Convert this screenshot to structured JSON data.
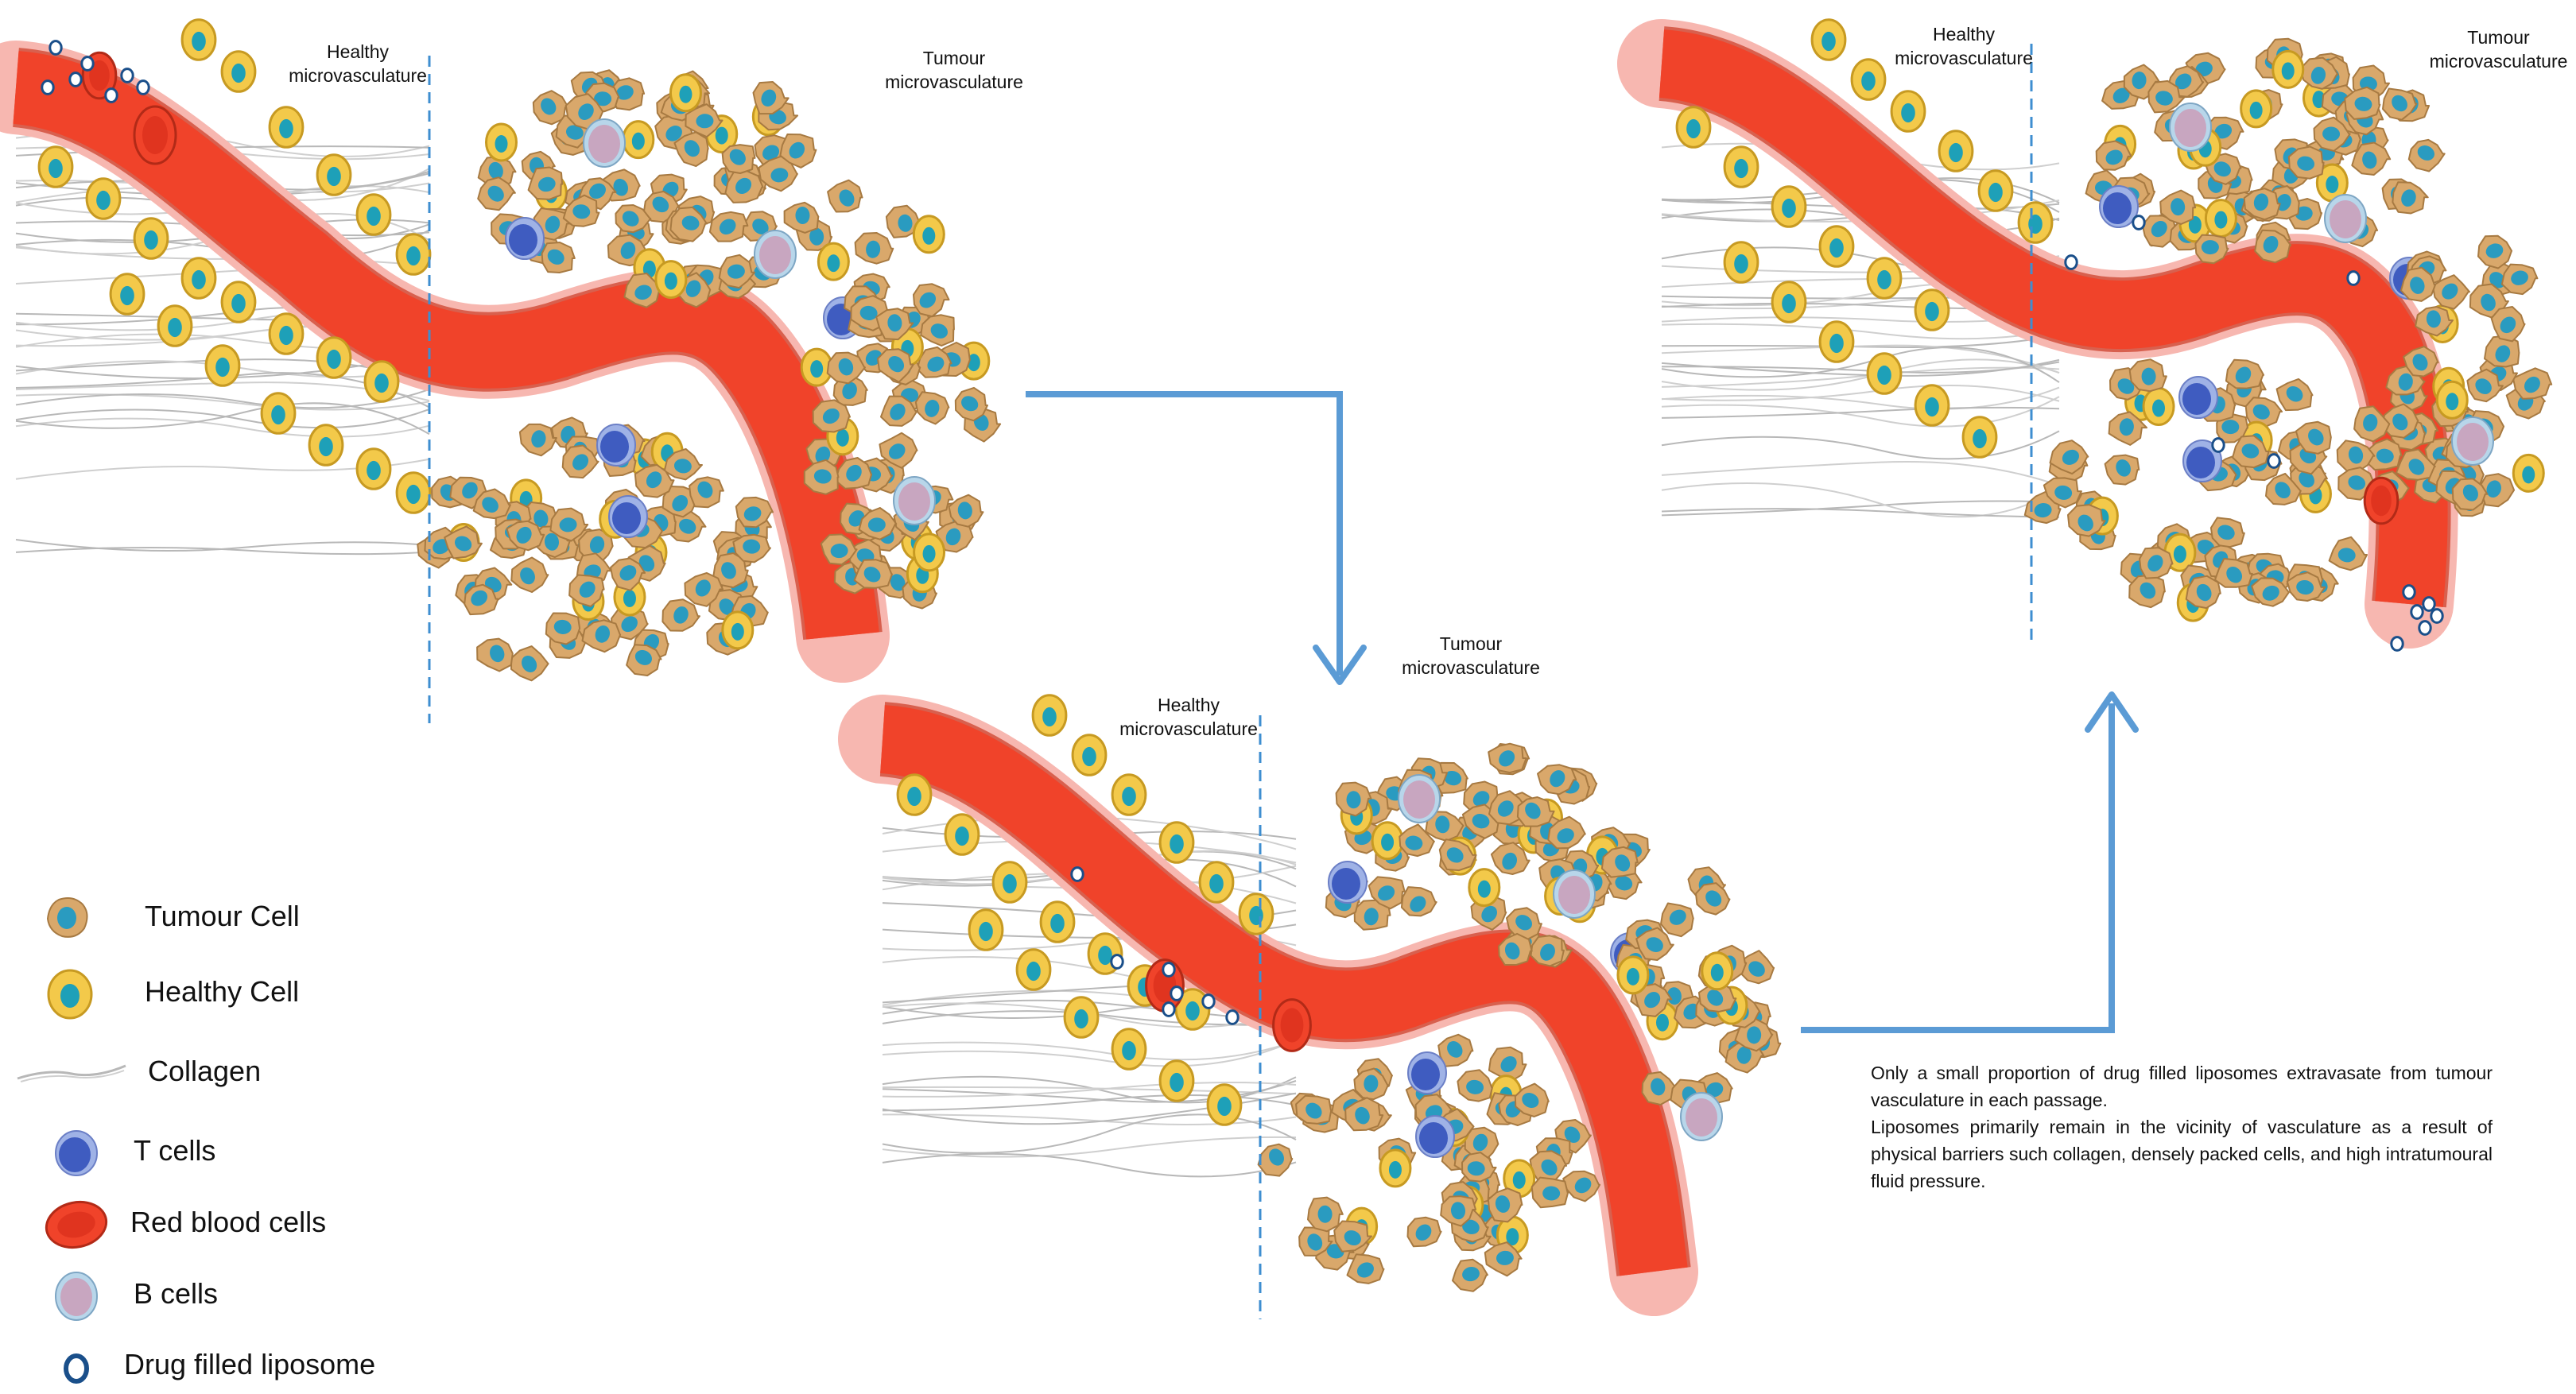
{
  "panels": [
    {
      "healthy_label": [
        "Healthy",
        "microvasculature"
      ],
      "tumour_label": [
        "Tumour",
        "microvasculature"
      ],
      "liposomes": "many-in-vessel"
    },
    {
      "healthy_label": [
        "Healthy",
        "microvasculature"
      ],
      "tumour_label": [
        "Tumour",
        "microvasculature"
      ],
      "liposomes": "some-extravasating"
    },
    {
      "healthy_label": [
        "Healthy",
        "microvasculature"
      ],
      "tumour_label": [
        "Tumour",
        "microvasculature"
      ],
      "liposomes": "few-remaining"
    }
  ],
  "legend": [
    {
      "icon": "tumour-cell-icon",
      "label": "Tumour Cell"
    },
    {
      "icon": "healthy-cell-icon",
      "label": "Healthy Cell"
    },
    {
      "icon": "collagen-icon",
      "label": "Collagen"
    },
    {
      "icon": "t-cell-icon",
      "label": "T cells"
    },
    {
      "icon": "red-blood-cell-icon",
      "label": "Red blood cells"
    },
    {
      "icon": "b-cell-icon",
      "label": "B cells"
    },
    {
      "icon": "liposome-icon",
      "label": "Drug filled liposome"
    }
  ],
  "note": {
    "line1": "Only a small proportion of drug filled liposomes extravasate from tumour vasculature in each passage.",
    "line2": "Liposomes primarily remain in the vicinity of vasculature as a result of physical barriers such collagen, densely packed cells, and high intratumoural fluid pressure."
  },
  "colors": {
    "vessel": "#f0432a",
    "vessel_wall": "#f7b7b0",
    "tumour_cell": "#d9a86b",
    "tumour_nucleus": "#2a9bc0",
    "healthy_cell": "#f3c94a",
    "healthy_nucleus": "#1ea0b8",
    "t_cell": "#3f5cc0",
    "b_cell": "#c8a6c0",
    "liposome": "#1a4f8a",
    "arrow": "#5b9bd5",
    "divider": "#3e8ed0",
    "collagen": "#b8b8b8"
  }
}
